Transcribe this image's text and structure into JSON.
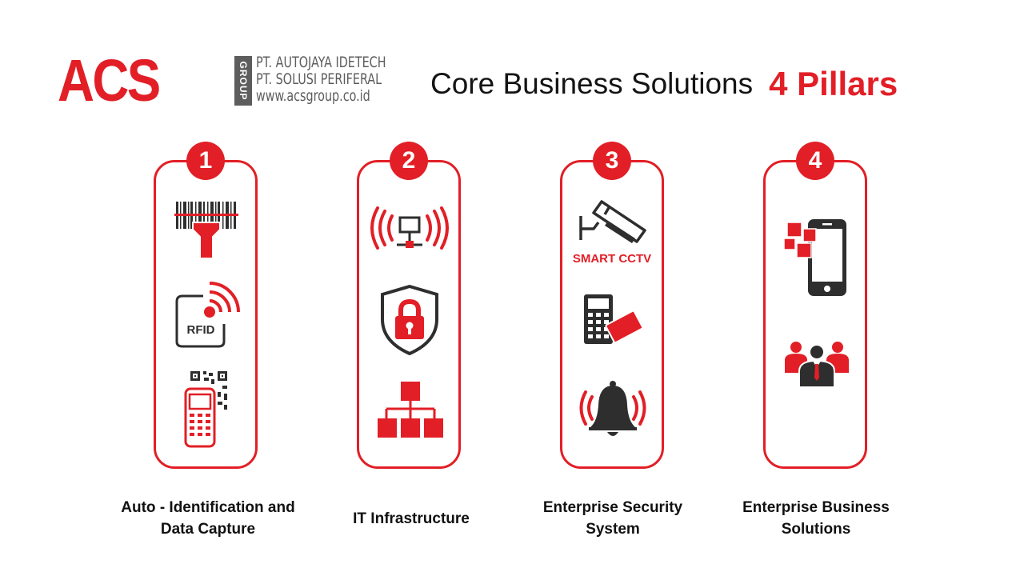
{
  "colors": {
    "accent": "#e21f26",
    "dark": "#2e2e2e",
    "grey": "#5d5d5d"
  },
  "logo": {
    "mark": "ACS",
    "group": "GROUP",
    "lines": [
      "PT. AUTOJAYA IDETECH",
      "PT. SOLUSI PERIFERAL",
      "www.acsgroup.co.id"
    ]
  },
  "heading": {
    "main": "Core Business Solutions",
    "accent": "4 Pillars"
  },
  "pillars": [
    {
      "number": "1",
      "label": "Auto - Identification and Data Capture",
      "icons": [
        "barcode-scanner-icon",
        "rfid-icon",
        "handheld-qr-icon"
      ],
      "icon_text": "RFID"
    },
    {
      "number": "2",
      "label": "IT Infrastructure",
      "icons": [
        "wireless-network-icon",
        "security-shield-lock-icon",
        "network-hierarchy-icon"
      ]
    },
    {
      "number": "3",
      "label": "Enterprise Security System",
      "icons": [
        "cctv-camera-icon",
        "access-control-keypad-icon",
        "alarm-bell-icon"
      ],
      "icon_text": "SMART CCTV"
    },
    {
      "number": "4",
      "label": "Enterprise Business Solutions",
      "icons": [
        "mobile-apps-icon",
        "business-team-icon"
      ]
    }
  ]
}
